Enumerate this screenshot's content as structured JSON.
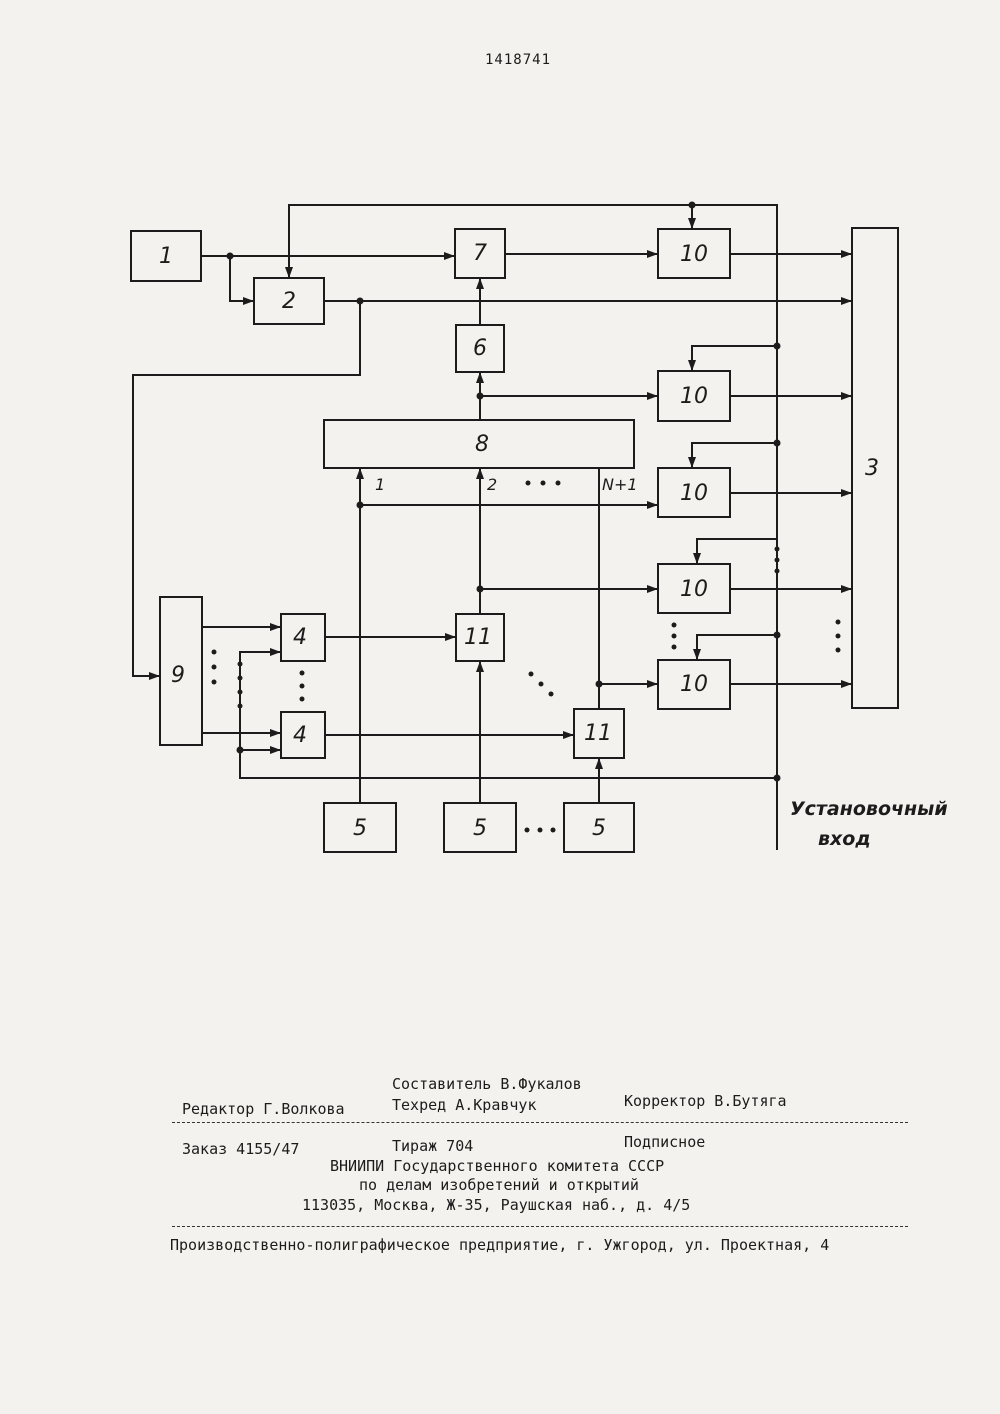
{
  "patent_number": "1418741",
  "diagram": {
    "blocks": {
      "b1": "1",
      "b2": "2",
      "b3": "3",
      "b4": "4",
      "b5": "5",
      "b6": "6",
      "b7": "7",
      "b8": "8",
      "b9": "9",
      "b10": "10",
      "b11": "11"
    },
    "input_labels": {
      "i1": "1",
      "i2": "2",
      "iN": "N+1"
    },
    "setup_input_line1": "Установочный",
    "setup_input_line2": "вход"
  },
  "footer": {
    "compiler": "Составитель В.Фукалов",
    "editor": "Редактор Г.Волкова",
    "techred": "Техред А.Кравчук",
    "corrector": "Корректор В.Бутяга",
    "order": "Заказ 4155/47",
    "circulation": "Тираж 704",
    "subscription": "Подписное",
    "org_line1": "ВНИИПИ Государственного комитета СССР",
    "org_line2": "по делам изобретений и открытий",
    "address": "113035, Москва, Ж-35, Раушская наб., д. 4/5",
    "printer": "Производственно-полиграфическое предприятие, г. Ужгород, ул. Проектная, 4"
  }
}
